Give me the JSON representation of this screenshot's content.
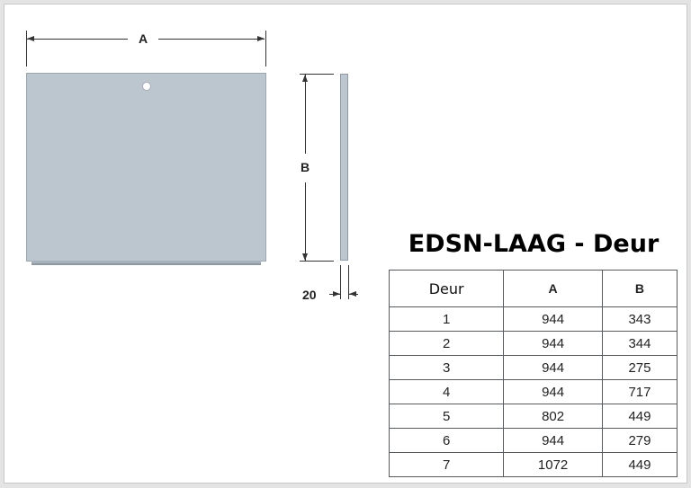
{
  "diagram": {
    "front_view": {
      "width_label": "A",
      "height_label": "B"
    },
    "side_view": {
      "thickness_label": "20"
    }
  },
  "table": {
    "title": "EDSN-LAAG - Deur",
    "headers": [
      "Deur",
      "A",
      "B"
    ],
    "rows": [
      [
        "1",
        "944",
        "343"
      ],
      [
        "2",
        "944",
        "344"
      ],
      [
        "3",
        "944",
        "275"
      ],
      [
        "4",
        "944",
        "717"
      ],
      [
        "5",
        "802",
        "449"
      ],
      [
        "6",
        "944",
        "279"
      ],
      [
        "7",
        "1072",
        "449"
      ]
    ]
  },
  "colors": {
    "panel": "#bcc6cf",
    "line": "#333333",
    "table_border": "#555a63"
  }
}
